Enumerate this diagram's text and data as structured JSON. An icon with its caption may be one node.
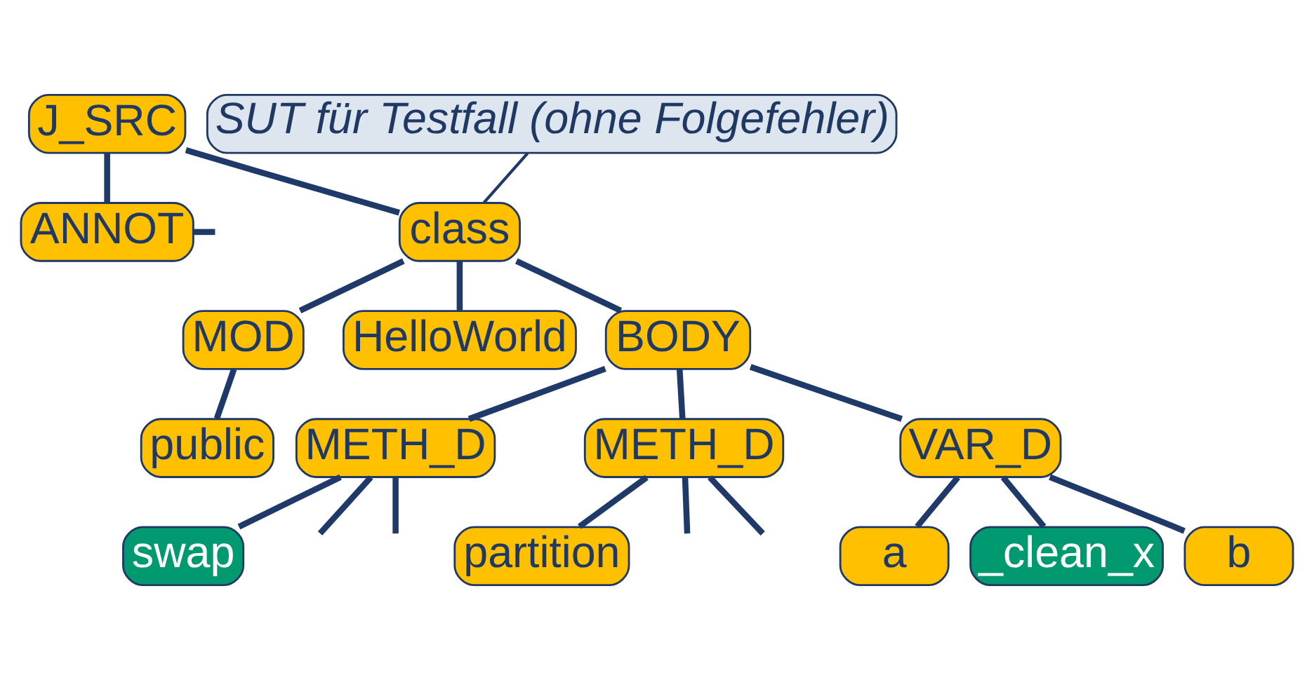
{
  "diagram": {
    "nodes": [
      {
        "text": [
          "J_SRC"
        ]
      },
      {
        "text": [
          "SUT für Testfall (ohne Folgefehler)"
        ]
      },
      {
        "text": [
          "ANNOT"
        ]
      },
      {
        "text": [
          "class"
        ]
      },
      {
        "text": [
          "MOD"
        ]
      },
      {
        "text": [
          "HelloWorld"
        ]
      },
      {
        "text": [
          "BODY"
        ]
      },
      {
        "text": [
          "public"
        ]
      },
      {
        "text": [
          "VAR_D"
        ]
      },
      {
        "text": [
          "METH_D"
        ]
      },
      {
        "text": [
          "METH_D"
        ]
      },
      {
        "text": [
          "a"
        ]
      },
      {
        "text": [
          "_clean_x"
        ]
      },
      {
        "text": [
          "b"
        ]
      },
      {
        "text": [
          "swap"
        ]
      },
      {
        "text": [
          "partition"
        ]
      }
    ],
    "edges": [
      {
        "from": 0,
        "to": 2,
        "arrow": "none"
      },
      {
        "from": 0,
        "to": 3,
        "arrow": "none"
      },
      {
        "from": null,
        "to": 2,
        "arrow": "none"
      },
      {
        "from": 1,
        "to": 3,
        "arrow": "none"
      },
      {
        "from": 3,
        "to": 4,
        "arrow": "none"
      },
      {
        "from": 3,
        "to": 5,
        "arrow": "none"
      },
      {
        "from": 3,
        "to": 6,
        "arrow": "none"
      },
      {
        "from": 4,
        "to": 7,
        "arrow": "none"
      },
      {
        "from": 6,
        "to": 8,
        "arrow": "none"
      },
      {
        "from": 6,
        "to": 9,
        "arrow": "none"
      },
      {
        "from": 6,
        "to": 10,
        "arrow": "none"
      },
      {
        "from": 8,
        "to": 11,
        "arrow": "none"
      },
      {
        "from": 8,
        "to": 12,
        "arrow": "none"
      },
      {
        "from": 8,
        "to": 13,
        "arrow": "none"
      },
      {
        "from": 9,
        "to": null,
        "arrow": "none"
      },
      {
        "from": 9,
        "to": 14,
        "arrow": "none"
      },
      {
        "from": 9,
        "to": null,
        "arrow": "none"
      },
      {
        "from": 10,
        "to": null,
        "arrow": "none"
      },
      {
        "from": 10,
        "to": 15,
        "arrow": "none"
      },
      {
        "from": 10,
        "to": null,
        "arrow": "none"
      }
    ]
  }
}
